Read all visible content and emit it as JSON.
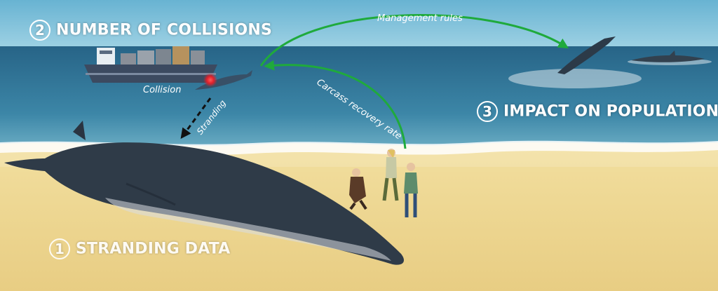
{
  "labels": {
    "number_of_collisions": {
      "num": "2",
      "text": "NUMBER OF COLLISIONS"
    },
    "impact_on_populations": {
      "num": "3",
      "text": "IMPACT ON POPULATIONS"
    },
    "stranding_data": {
      "num": "1",
      "text": "STRANDING DATA"
    },
    "collision": "Collision",
    "management_rules": "Management rules",
    "carcass_recovery_rate": "Carcass recovery rate",
    "stranding": "Stranding"
  },
  "colors": {
    "arrow_green": "#1faa3c",
    "sky_top": "#6fb7d4",
    "sea": "#2f6e90",
    "sand": "#efd996",
    "whale": "#2f3b48",
    "collision_point": "#e0202a"
  }
}
